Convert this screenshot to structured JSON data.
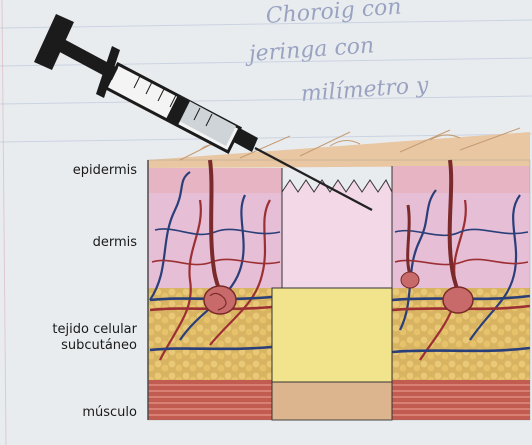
{
  "labels": {
    "epidermis": "epidermis",
    "dermis": "dermis",
    "subcutaneous_line1": "tejido celular",
    "subcutaneous_line2": "subcutáneo",
    "muscle": "músculo"
  },
  "handwriting": {
    "line1": "Choroig con",
    "line2": "jeringa con",
    "line3": "milímetro y"
  },
  "colors": {
    "epidermis_pink": "#eac3d0",
    "dermis_pink": "#ebc9dc",
    "subcutaneous_yellow": "#f0e28a",
    "muscle_tan": "#d9b38d",
    "muscle_red": "#c9594e",
    "vessel_blue": "#2a3f7a",
    "vessel_red": "#9c2f34",
    "syringe_black": "#1b1b1b"
  }
}
